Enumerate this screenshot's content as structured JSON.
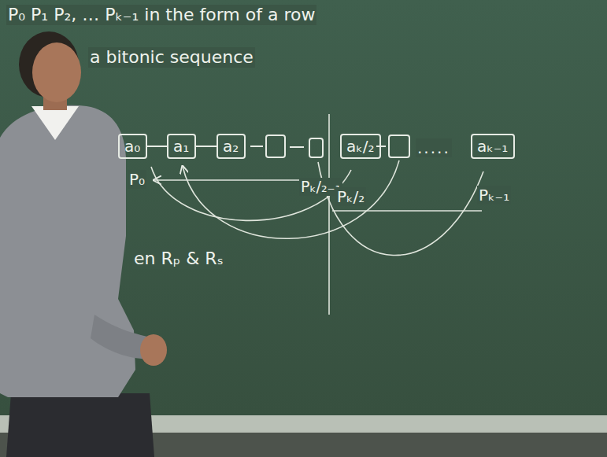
{
  "diagram": {
    "nodes": [
      {
        "text": [
          "a₀"
        ]
      },
      {
        "text": [
          "a₁"
        ]
      },
      {
        "text": [
          "a₂"
        ]
      },
      {
        "text": [
          "aₖ/₂"
        ]
      },
      {
        "text": [
          "aₖ₋₁"
        ]
      }
    ],
    "edges": [
      {
        "from": 0,
        "to": 1,
        "arrow": "none"
      },
      {
        "from": 1,
        "to": 2,
        "arrow": "none"
      }
    ],
    "labels": [
      "P₀ P₁ P₂, … Pₖ₋₁ in the form of a row",
      "a bitonic sequence",
      "P₀",
      "Pₖ/₂₋₁",
      "Pₖ/₂",
      ".....",
      "Pₖ₋₁",
      "en Rₚ & Rₛ"
    ]
  }
}
